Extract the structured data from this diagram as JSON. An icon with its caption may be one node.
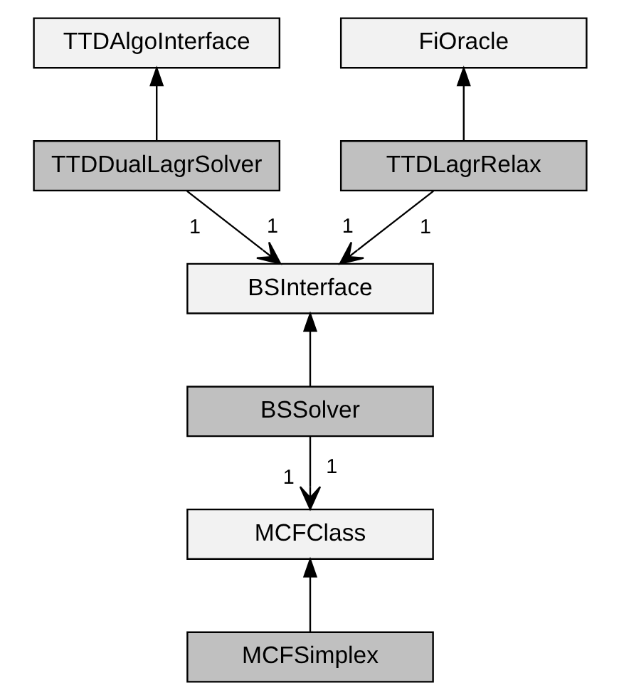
{
  "diagram": {
    "nodes": [
      {
        "text": [
          "TTDAlgoInterface"
        ]
      },
      {
        "text": [
          "TTDDualLagrSolver"
        ]
      },
      {
        "text": [
          "FiOracle"
        ]
      },
      {
        "text": [
          "TTDLagrRelax"
        ]
      },
      {
        "text": [
          "BSInterface"
        ]
      },
      {
        "text": [
          "BSSolver"
        ]
      },
      {
        "text": [
          "MCFClass"
        ]
      },
      {
        "text": [
          "MCFSimplex"
        ]
      }
    ],
    "edges": [
      {
        "from": 1,
        "to": 0,
        "arrow": "to"
      },
      {
        "from": 1,
        "to": 4,
        "arrow": "to"
      },
      {
        "from": 3,
        "to": 2,
        "arrow": "to"
      },
      {
        "from": 3,
        "to": 4,
        "arrow": "to"
      },
      {
        "from": 5,
        "to": 4,
        "arrow": "to"
      },
      {
        "from": 5,
        "to": 6,
        "arrow": "to"
      },
      {
        "from": 7,
        "to": 6,
        "arrow": "to"
      }
    ],
    "labels": [
      "1",
      "1",
      "1",
      "1",
      "1",
      "1"
    ]
  }
}
